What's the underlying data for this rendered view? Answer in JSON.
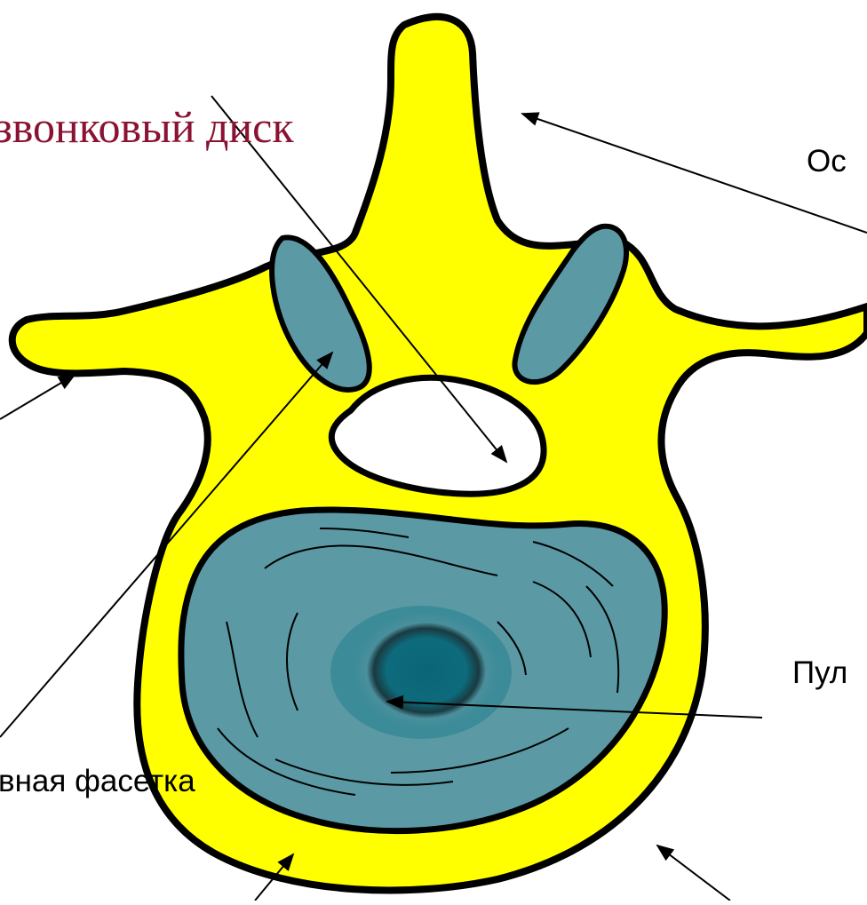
{
  "title": "звонковый диск",
  "labels": {
    "spinous": "Ос",
    "pulposus": "Пул",
    "facet": "вная фасетка"
  },
  "colors": {
    "bone": "#ffff00",
    "disc": "#5b9aa5",
    "nucleus_inner": "#0d6b7c",
    "outline": "#000000",
    "title": "#8a1232"
  }
}
